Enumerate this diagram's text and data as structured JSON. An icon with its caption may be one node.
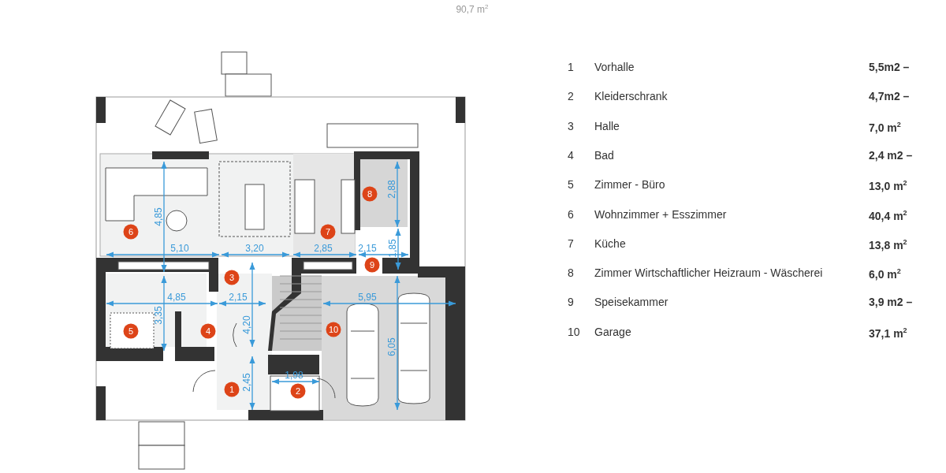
{
  "diagram": {
    "labels": [
      "90,7 m$^{2}$",
      "6",
      "8",
      "7",
      "9",
      "3",
      "5",
      "4",
      "10",
      "1",
      "2",
      "4,85",
      "2,88",
      "5,10",
      "3,20",
      "2,85",
      "2,15",
      "1,85",
      "4,85",
      "2,15",
      "3,35",
      "4,20",
      "5,95",
      "6,05",
      "2,45",
      "1,98",
      "1",
      "Vorhalle",
      "5,5m2 –",
      "2",
      "Kleiderschrank",
      "4,7m2 –",
      "3",
      "Halle",
      "7,0 m$^{2}$",
      "4",
      "Bad",
      "2,4 m2 –",
      "5",
      "Zimmer - Büro",
      "13,0 m$^{2}$",
      "6",
      "Wohnzimmer + Esszimmer",
      "40,4 m$^{2}$",
      "7",
      "Küche",
      "13,8 m$^{2}$",
      "8",
      "Zimmer Wirtschaftlicher Heizraum - Wäscherei",
      "6,0 m$^{2}$",
      "9",
      "Speisekammer",
      "3,9 m2 –",
      "10",
      "Garage",
      "37,1 m$^{2}$"
    ]
  }
}
